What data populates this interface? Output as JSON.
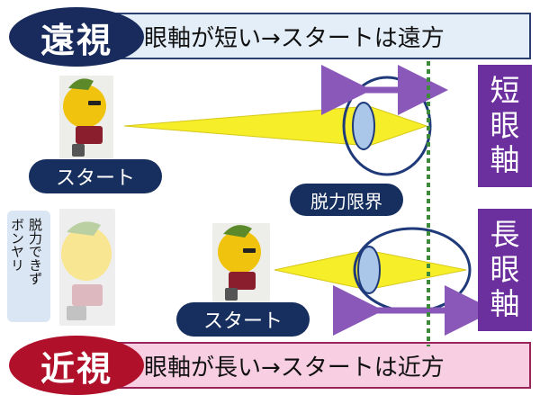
{
  "top": {
    "pill_label": "遠視",
    "banner_text": "眼軸が短い→スタートは遠方",
    "start_tag": "スタート",
    "side_label": [
      "短",
      "眼",
      "軸"
    ]
  },
  "middle": {
    "limit_label": "脱力限界",
    "relaxed_label_col1": "脱力できず",
    "relaxed_label_col2": "ボンヤリ"
  },
  "bottom": {
    "pill_label": "近視",
    "banner_text": "眼軸が長い→スタートは近方",
    "start_tag": "スタート",
    "side_label": [
      "長",
      "眼",
      "軸"
    ]
  },
  "colors": {
    "navy": "#192b5c",
    "red": "#b0102a",
    "purple": "#6b2f9e",
    "yellow_beam": "#f7ee2a",
    "dotted_line": "#3d8a3a"
  }
}
